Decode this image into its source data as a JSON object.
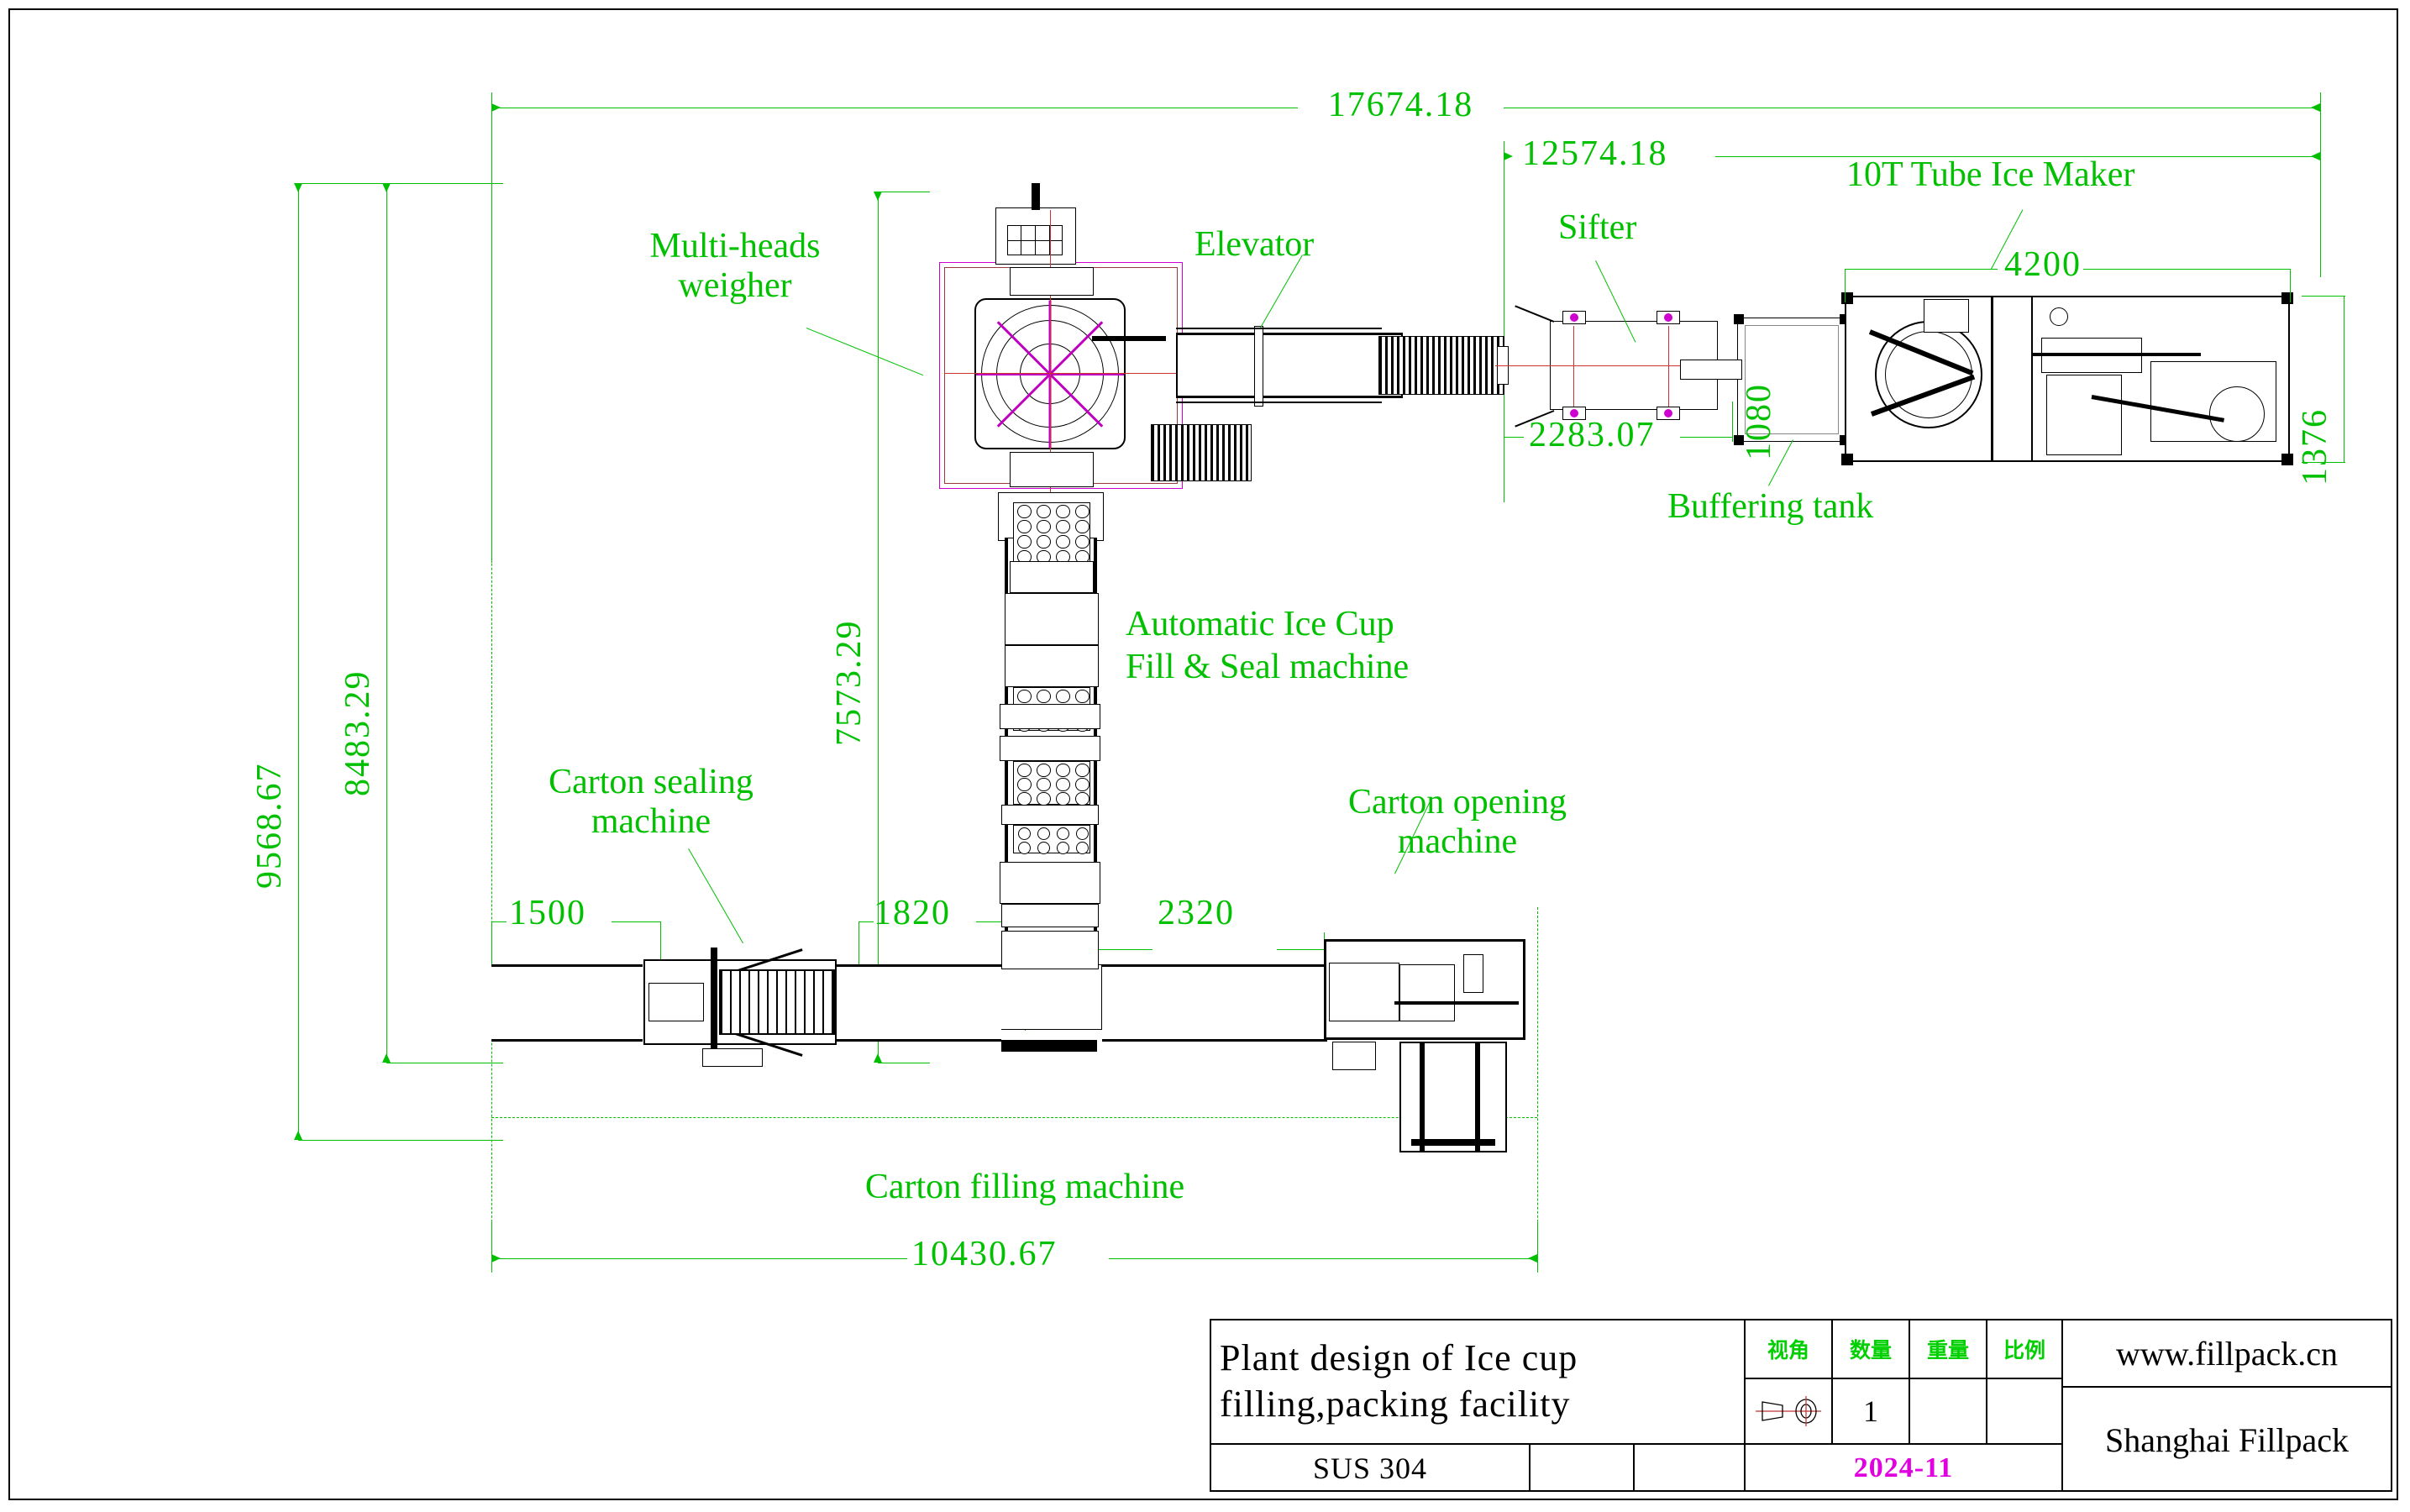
{
  "drawing": {
    "title_line1": "Plant design of Ice cup",
    "title_line2": "filling,packing facility",
    "material": "SUS 304",
    "date": "2024-11",
    "website": "www.fillpack.cn",
    "company": "Shanghai Fillpack",
    "accent_green": "#00c000",
    "accent_magenta": "#e000e0",
    "columns": {
      "view_angle": "视角",
      "quantity": "数量",
      "weight": "重量",
      "scale": "比例"
    },
    "values": {
      "view_angle_symbol": "first-angle-projection-icon",
      "quantity": "1",
      "weight": "",
      "scale": ""
    }
  },
  "callouts": [
    {
      "id": "multi-heads-weigher",
      "text": "Multi-heads\nweigher"
    },
    {
      "id": "elevator",
      "text": "Elevator"
    },
    {
      "id": "sifter",
      "text": "Sifter"
    },
    {
      "id": "tube-ice-maker",
      "text": "10T Tube Ice Maker"
    },
    {
      "id": "buffering-tank",
      "text": "Buffering tank"
    },
    {
      "id": "ice-cup-fill-seal",
      "text": "Automatic Ice Cup\nFill & Seal machine"
    },
    {
      "id": "carton-sealing",
      "text": "Carton sealing\nmachine"
    },
    {
      "id": "carton-opening",
      "text": "Carton opening\nmachine"
    },
    {
      "id": "carton-filling",
      "text": "Carton filling machine"
    }
  ],
  "dimensions": {
    "overall_top": "17674.18",
    "sub_top": "12574.18",
    "ice_maker_width": "4200",
    "ice_maker_depth": "1376",
    "sifter_length": "2283.07",
    "buffering_tank": "1080",
    "overall_left": "9568.67",
    "inner_left": "8483.29",
    "weigher_to_base": "7573.29",
    "sealing_machine": "1500",
    "gap_1820": "1820",
    "gap_2320": "2320",
    "overall_bottom": "10430.67"
  }
}
